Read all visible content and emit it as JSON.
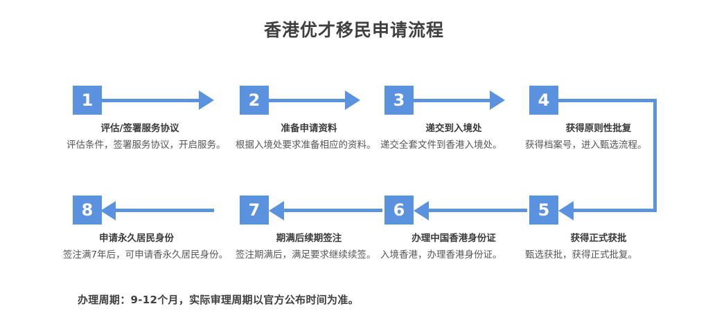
{
  "header": {
    "title": "香港优才移民申请流程"
  },
  "colors": {
    "accent": "#5B92E0",
    "title_text": "#3f3f3f",
    "body_text": "#555555",
    "background": "#ffffff"
  },
  "flow": {
    "steps": [
      {
        "number": "1",
        "title": "评估/签署服务协议",
        "desc": "评估条件，签署服务协议，开启服务。"
      },
      {
        "number": "2",
        "title": "准备申请资料",
        "desc": "根据入境处要求准备相应的资料。"
      },
      {
        "number": "3",
        "title": "递交到入境处",
        "desc": "递交全套文件到香港入境处。"
      },
      {
        "number": "4",
        "title": "获得原则性批复",
        "desc": "获得档案号，进入甄选流程。"
      },
      {
        "number": "5",
        "title": "获得正式获批",
        "desc": "甄选获批，获得正式批复。"
      },
      {
        "number": "6",
        "title": "办理中国香港身份证",
        "desc": "入境香港，办理香港身份证。"
      },
      {
        "number": "7",
        "title": "期满后续期签注",
        "desc": "签注期满后，满足要求继续续签。"
      },
      {
        "number": "8",
        "title": "申请永久居民身份",
        "desc": "签注满7年后，可申请香永久居民身份。"
      }
    ],
    "connectors": [
      {
        "name": "arrow-step1-to-step2",
        "direction": "right"
      },
      {
        "name": "arrow-step2-to-step3",
        "direction": "right"
      },
      {
        "name": "arrow-step3-to-step4",
        "direction": "right"
      },
      {
        "name": "elbow-step4-to-step5",
        "direction": "right-down-left"
      },
      {
        "name": "arrow-step5-to-step6",
        "direction": "left"
      },
      {
        "name": "arrow-step6-to-step7",
        "direction": "left"
      },
      {
        "name": "arrow-step7-to-step8",
        "direction": "left"
      }
    ]
  },
  "footer": {
    "note": "办理周期：9-12个月，实际审理周期以官方公布时间为准。"
  }
}
